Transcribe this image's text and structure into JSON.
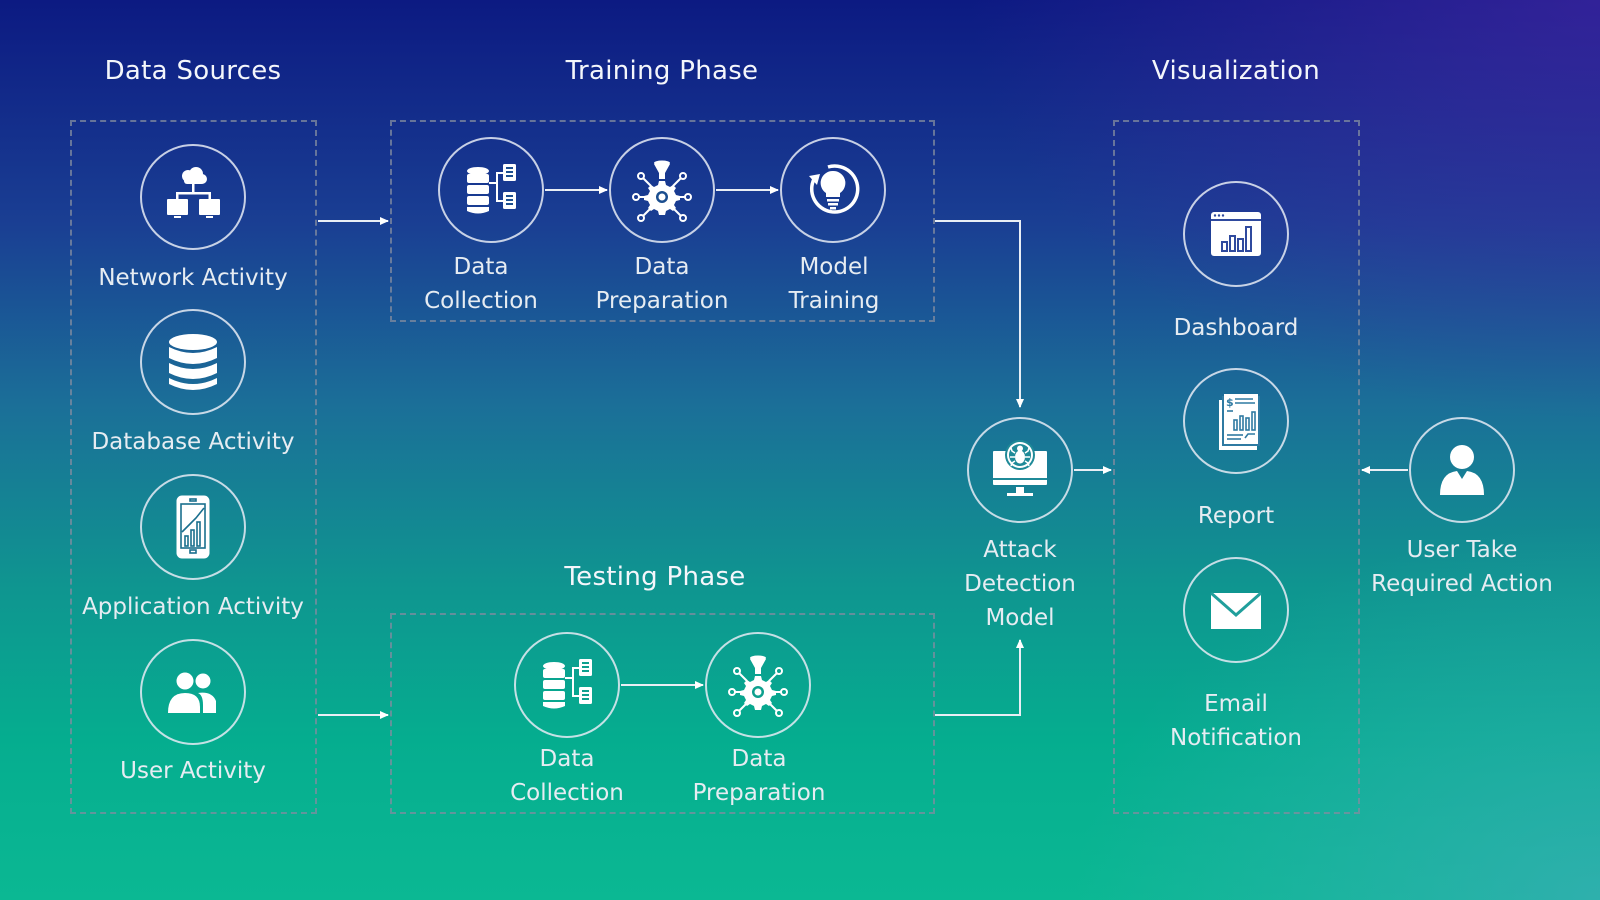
{
  "sections": {
    "data_sources": {
      "title": "Data Sources",
      "items": [
        {
          "label": "Network Activity",
          "icon": "network-cloud-icon"
        },
        {
          "label": "Database Activity",
          "icon": "database-icon"
        },
        {
          "label": "Application Activity",
          "icon": "mobile-chart-icon"
        },
        {
          "label": "User Activity",
          "icon": "users-icon"
        }
      ]
    },
    "training_phase": {
      "title": "Training Phase",
      "steps": [
        {
          "line1": "Data",
          "line2": "Collection",
          "icon": "data-collection-icon"
        },
        {
          "line1": "Data",
          "line2": "Preparation",
          "icon": "data-preparation-icon"
        },
        {
          "line1": "Model",
          "line2": "Training",
          "icon": "model-training-icon"
        }
      ]
    },
    "testing_phase": {
      "title": "Testing Phase",
      "steps": [
        {
          "line1": "Data",
          "line2": "Collection",
          "icon": "data-collection-icon"
        },
        {
          "line1": "Data",
          "line2": "Preparation",
          "icon": "data-preparation-icon"
        }
      ]
    },
    "attack_model": {
      "lines": [
        "Attack",
        "Detection",
        "Model"
      ],
      "icon": "bug-monitor-icon"
    },
    "visualization": {
      "title": "Visualization",
      "items": [
        {
          "label": "Dashboard",
          "icon": "dashboard-icon"
        },
        {
          "label": "Report",
          "icon": "report-icon"
        },
        {
          "line1": "Email",
          "line2": "Notification",
          "icon": "email-icon"
        }
      ]
    },
    "user_action": {
      "lines": [
        "User Take",
        "Required Action"
      ],
      "icon": "user-icon"
    }
  },
  "colors": {
    "background_top": "#0c1a82",
    "background_bottom": "#05ad8f",
    "accent_purple": "#4a2ea0",
    "line": "#ffffff",
    "dashed_border": "#828ca0"
  }
}
